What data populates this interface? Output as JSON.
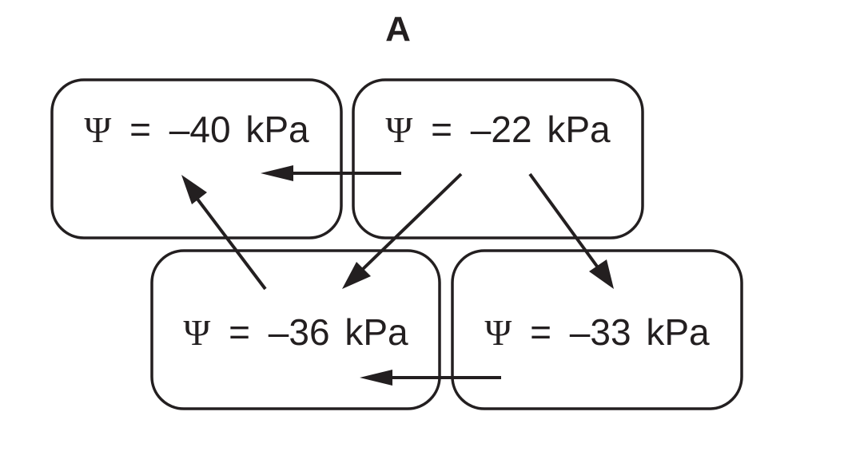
{
  "panel_label": "A",
  "symbol": "Ψ",
  "cells": [
    {
      "id": "cell-1",
      "equals": "=",
      "value": "–40",
      "unit": "kPa"
    },
    {
      "id": "cell-2",
      "equals": "=",
      "value": "–22",
      "unit": "kPa"
    },
    {
      "id": "cell-3",
      "equals": "=",
      "value": "–36",
      "unit": "kPa"
    },
    {
      "id": "cell-4",
      "equals": "=",
      "value": "–33",
      "unit": "kPa"
    }
  ],
  "flows": [
    {
      "from": "–22 kPa",
      "to": "–40 kPa"
    },
    {
      "from": "–22 kPa",
      "to": "–36 kPa"
    },
    {
      "from": "–22 kPa",
      "to": "–33 kPa"
    },
    {
      "from": "–33 kPa",
      "to": "–36 kPa"
    },
    {
      "from": "–36 kPa",
      "to": "–40 kPa"
    }
  ],
  "colors": {
    "ink": "#231f20",
    "background": "#ffffff"
  }
}
